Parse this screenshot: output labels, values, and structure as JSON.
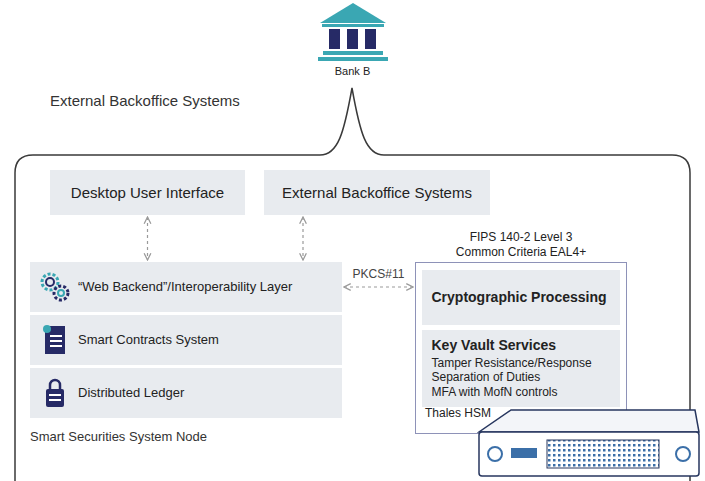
{
  "diagram": {
    "nodes": [
      {
        "text": [
          "Bank B"
        ]
      },
      {
        "text": [
          "External Backoffice Systems"
        ]
      },
      {
        "text": [
          "Desktop User Interface"
        ],
        "in": 1
      },
      {
        "text": [
          "External Backoffice Systems"
        ],
        "in": 1
      },
      {
        "text": [
          "Smart Securities System Node"
        ],
        "in": 1
      },
      {
        "text": [
          "“Web Backend”/Interoperability Layer"
        ],
        "in": 4
      },
      {
        "text": [
          "Smart Contracts System"
        ],
        "in": 4
      },
      {
        "text": [
          "Distributed Ledger"
        ],
        "in": 4
      },
      {
        "text": [
          "FIPS 140-2 Level 3",
          "Common Criteria EAL4+",
          "Thales HSM"
        ],
        "in": 1
      },
      {
        "text": [
          "Cryptographic Processing"
        ],
        "in": 8
      },
      {
        "text": [
          "Key Vault Services",
          "Tamper Resistance/Response",
          "Separation of Duties",
          "MFA with MofN controls"
        ],
        "in": 8
      }
    ],
    "edges": [
      {
        "from": 2,
        "to": 5,
        "arrow": "both"
      },
      {
        "from": 3,
        "to": 5,
        "arrow": "both"
      },
      {
        "from": 5,
        "to": 8,
        "label": "PKCS#11",
        "arrow": "both"
      }
    ]
  }
}
